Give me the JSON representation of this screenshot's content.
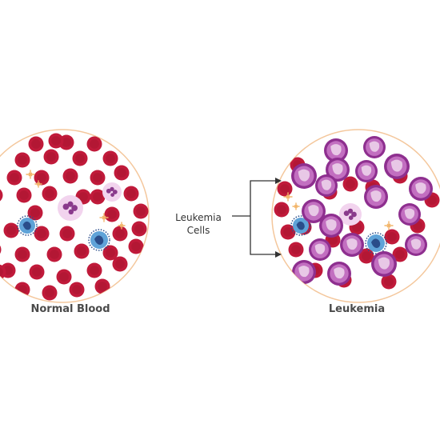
{
  "colors": {
    "background": "#ffffff",
    "circle_outline": "#f4c79c",
    "red_cell": "#c01a3a",
    "red_cell_dark": "#9a1130",
    "red_cell_center": "#a8152f",
    "leukemia_cell": "#8e2f8f",
    "leukemia_cell_light": "#c26fc0",
    "leukemia_nucleus_pale": "#e8c8e6",
    "white_cell_halo": "#f2d4ee",
    "white_cell_nucleus": "#8a3a8c",
    "lymphocyte_blue": "#5fa3d8",
    "lymphocyte_dark": "#2a4d8a",
    "platelet": "#f2b56a",
    "arrow": "#333333",
    "caption": "#4a4a4a"
  },
  "labels": {
    "normal_caption": "Normal Blood",
    "leukemia_caption": "Leukemia",
    "callout_line1": "Leukemia",
    "callout_line2": "Cells"
  },
  "icons": {
    "red_blood_cell": "red-blood-cell-icon",
    "white_blood_cell": "white-blood-cell-icon",
    "lymphocyte": "lymphocyte-icon",
    "platelet": "platelet-icon",
    "leukemia_cell": "leukemia-cell-icon",
    "arrow": "arrow-icon"
  }
}
